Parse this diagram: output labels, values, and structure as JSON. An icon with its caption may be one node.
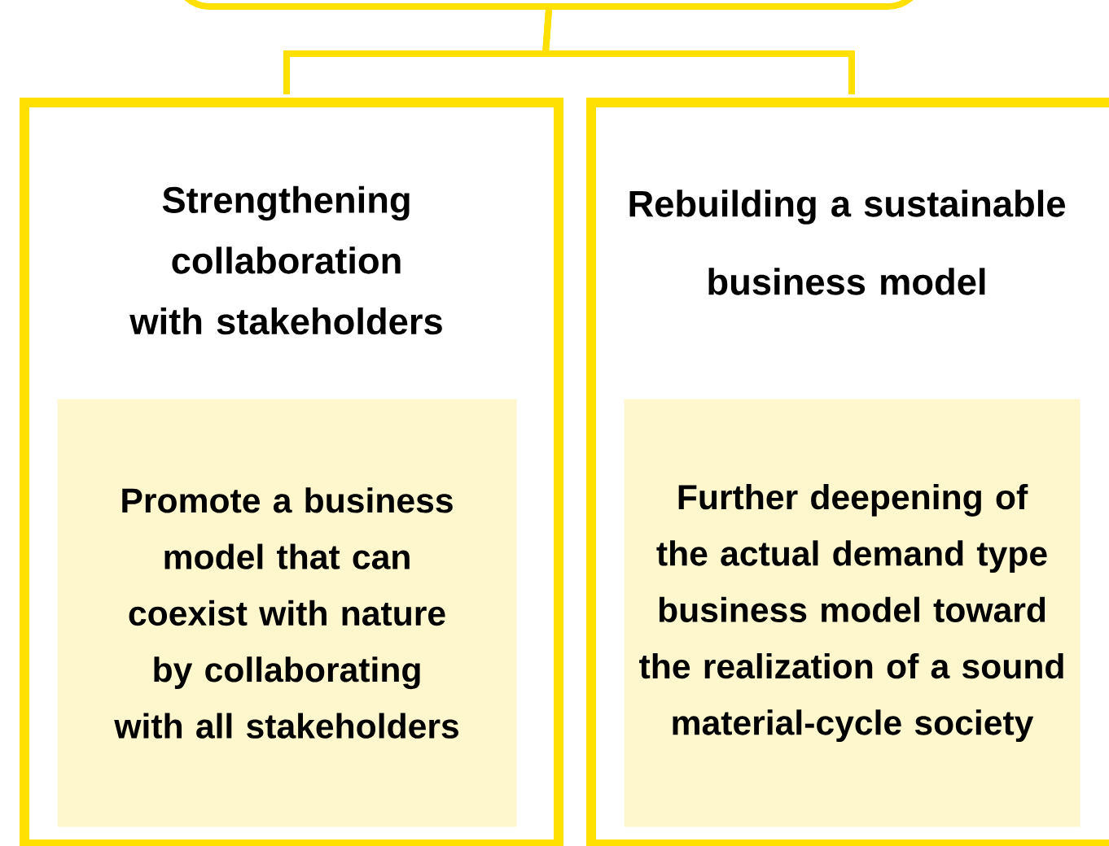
{
  "diagram": {
    "nodes": [
      {
        "text": [],
        "shape": "box"
      },
      {
        "text": [
          "Strengthening collaboration with stakeholders"
        ]
      },
      {
        "text": [
          "Promote a business model that can coexist with nature by collaborating with all stakeholders"
        ],
        "in": 1
      },
      {
        "text": [
          "Rebuilding a sustainable business model"
        ]
      },
      {
        "text": [
          "Further deepening of the actual demand type business model toward the realization of a sound material-cycle society"
        ],
        "in": 3
      }
    ],
    "edges": [
      {
        "from": 0,
        "to": 1,
        "arrow": "none"
      },
      {
        "from": 0,
        "to": 3,
        "arrow": "none"
      }
    ]
  }
}
